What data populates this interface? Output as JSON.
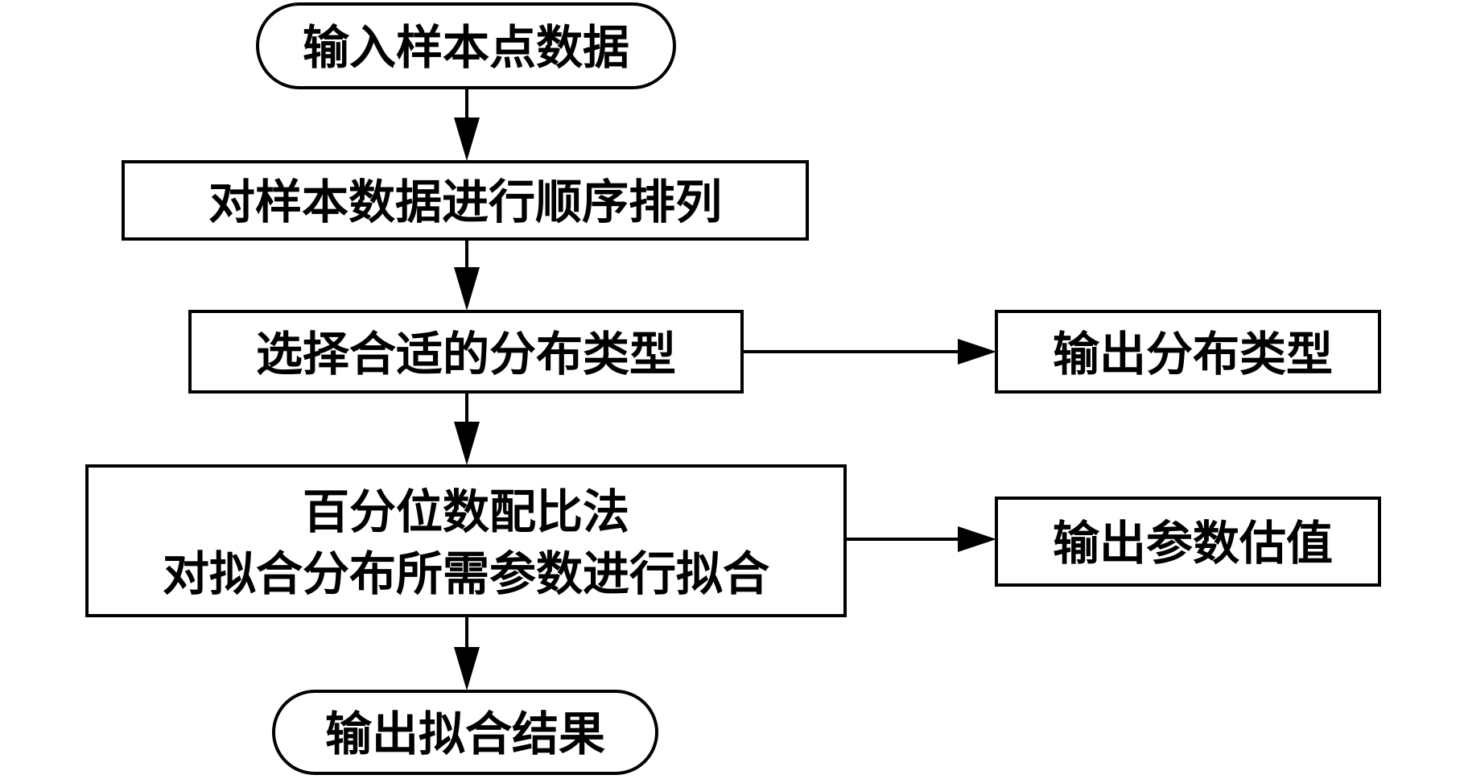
{
  "diagram": {
    "nodes": {
      "input_sample": {
        "label": "输入样本点数据"
      },
      "sort_data": {
        "label": "对样本数据进行顺序排列"
      },
      "select_distribution": {
        "label": "选择合适的分布类型"
      },
      "output_distribution": {
        "label": "输出分布类型"
      },
      "percentile_fit": {
        "line1": "百分位数配比法",
        "line2": "对拟合分布所需参数进行拟合"
      },
      "output_params": {
        "label": "输出参数估值"
      },
      "output_result": {
        "label": "输出拟合结果"
      }
    },
    "edges": [
      {
        "from": "input_sample",
        "to": "sort_data"
      },
      {
        "from": "sort_data",
        "to": "select_distribution"
      },
      {
        "from": "select_distribution",
        "to": "output_distribution"
      },
      {
        "from": "select_distribution",
        "to": "percentile_fit"
      },
      {
        "from": "percentile_fit",
        "to": "output_params"
      },
      {
        "from": "percentile_fit",
        "to": "output_result"
      }
    ],
    "colors": {
      "stroke": "#000000",
      "fill": "#ffffff",
      "text": "#000000"
    }
  }
}
